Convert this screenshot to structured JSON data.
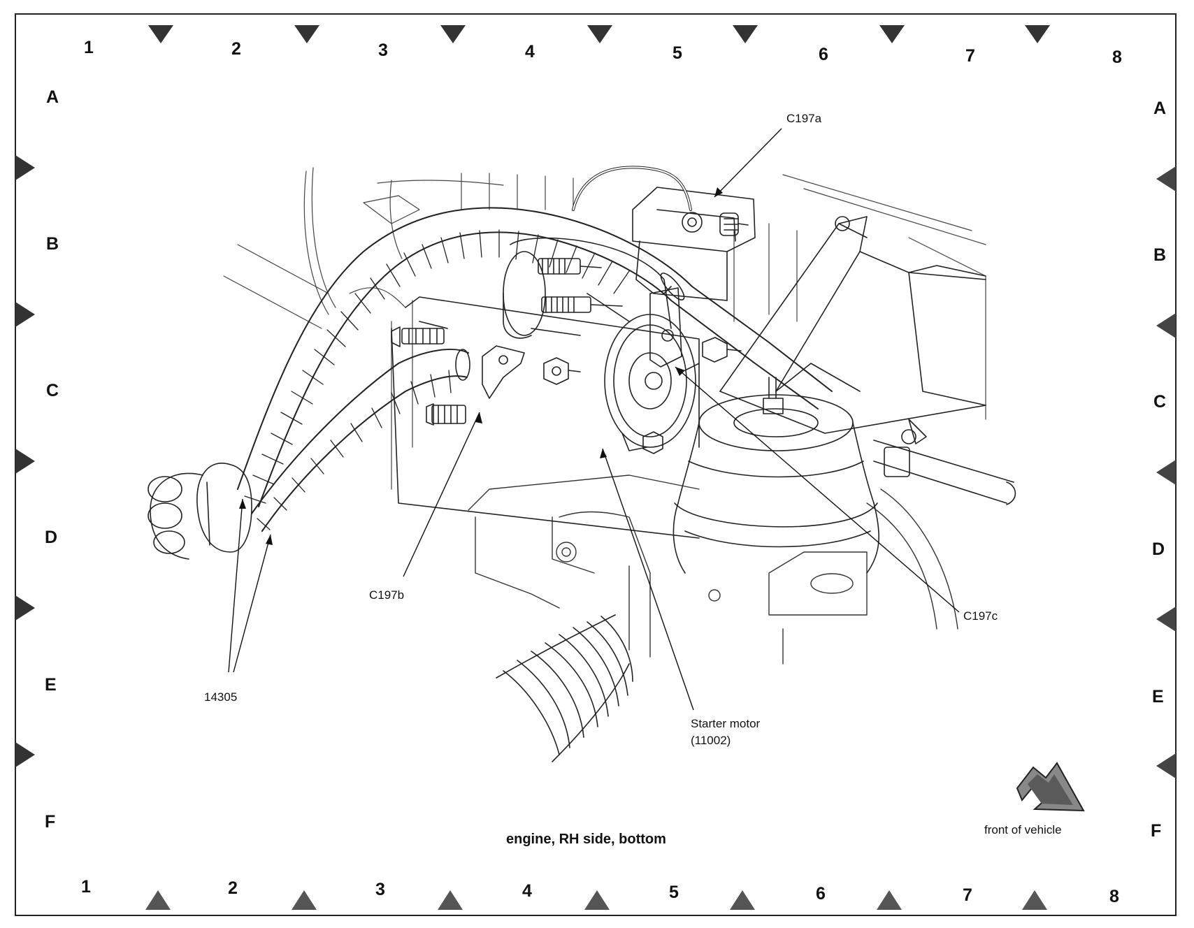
{
  "grid": {
    "columns": [
      "1",
      "2",
      "3",
      "4",
      "5",
      "6",
      "7",
      "8"
    ],
    "rows": [
      "A",
      "B",
      "C",
      "D",
      "E",
      "F"
    ]
  },
  "callouts": {
    "c197a": "C197a",
    "c197b": "C197b",
    "c197c": "C197c",
    "harness": "14305",
    "starter_line1": "Starter motor",
    "starter_line2": "(11002)"
  },
  "caption": "engine, RH side, bottom",
  "orientation": {
    "label": "front of vehicle",
    "icon": "front-arrow-icon"
  }
}
